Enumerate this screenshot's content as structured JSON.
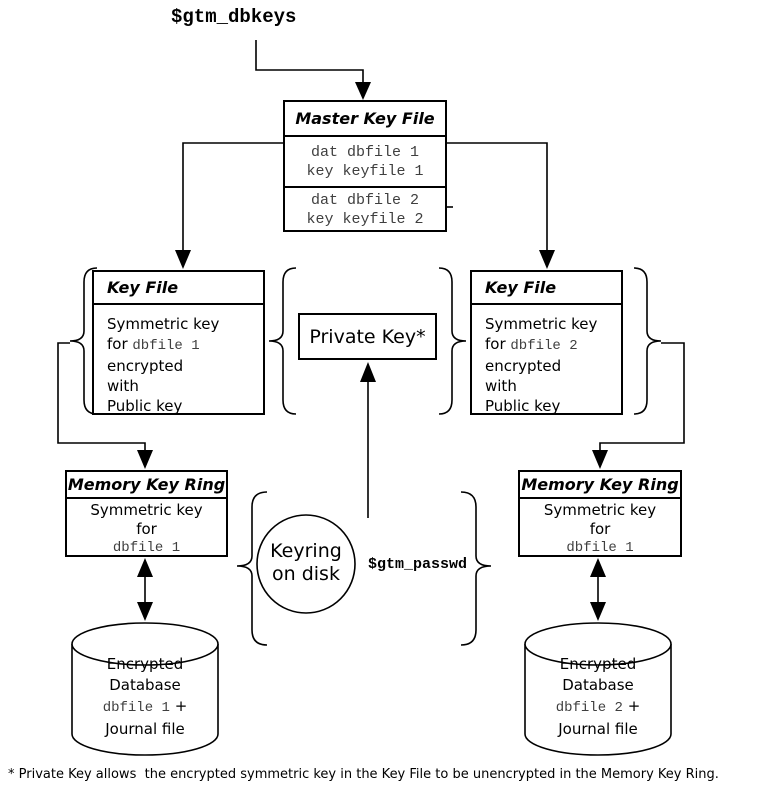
{
  "colors": {
    "ink": "#000000",
    "mono_text": "#3f3f3f",
    "background": "#ffffff"
  },
  "env_dbkeys": "$gtm_dbkeys",
  "env_passwd": "$gtm_passwd",
  "master": {
    "title": "Master Key File",
    "entry1_line1": "dat dbfile 1",
    "entry1_line2": "key keyfile 1",
    "entry2_line1": "dat dbfile 2",
    "entry2_line2": "key keyfile 2"
  },
  "keyfile_left": {
    "title": "Key File",
    "l1": "Symmetric key",
    "l2_prefix": "for",
    "l2_mono": "dbfile 1",
    "l3": "encrypted",
    "l4": "with",
    "l5": "Public key"
  },
  "keyfile_right": {
    "title": "Key File",
    "l1": "Symmetric key",
    "l2_prefix": "for",
    "l2_mono": "dbfile 2",
    "l3": "encrypted",
    "l4": "with",
    "l5": "Public key"
  },
  "private_key": "Private Key*",
  "mkr_left": {
    "title": "Memory Key Ring",
    "l1": "Symmetric key",
    "l2": "for",
    "l3_mono": "dbfile 1"
  },
  "mkr_right": {
    "title": "Memory Key Ring",
    "l1": "Symmetric key",
    "l2": "for",
    "l3_mono": "dbfile 1"
  },
  "keyring": {
    "l1": "Keyring",
    "l2": "on disk"
  },
  "db_left": {
    "l1": "Encrypted",
    "l2": "Database",
    "l3_mono": "dbfile 1",
    "l3_plus": "+",
    "l4": "Journal file"
  },
  "db_right": {
    "l1": "Encrypted",
    "l2": "Database",
    "l3_mono": "dbfile 2",
    "l3_plus": "+",
    "l4": "Journal file"
  },
  "footnote": "* Private Key allows  the encrypted symmetric key in the Key File to be unencrypted in the Memory Key Ring."
}
